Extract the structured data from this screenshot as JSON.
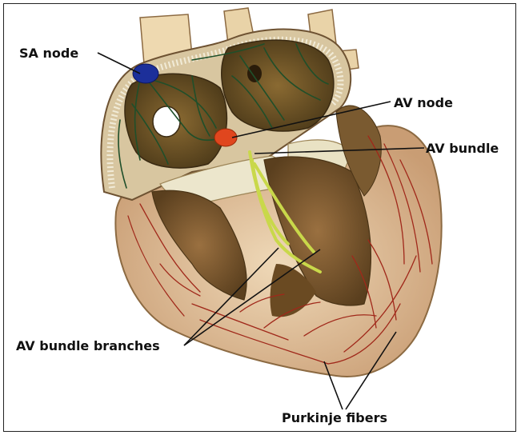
{
  "labels": {
    "sa_node": "SA node",
    "av_node": "AV node",
    "av_bundle": "AV bundle",
    "av_bundle_branches": "AV bundle branches",
    "purkinje_fibers": "Purkinje fibers"
  },
  "colors": {
    "sa_node": "#1c2f9a",
    "av_node": "#e0461e",
    "bundle": "#c9d84a",
    "outer_wall": "#c8a27a",
    "muscle": "#7a5a30",
    "vessels": "#a0281a",
    "atrial_lining": "#eae2c6",
    "conduction_network": "#1f4f2a"
  }
}
